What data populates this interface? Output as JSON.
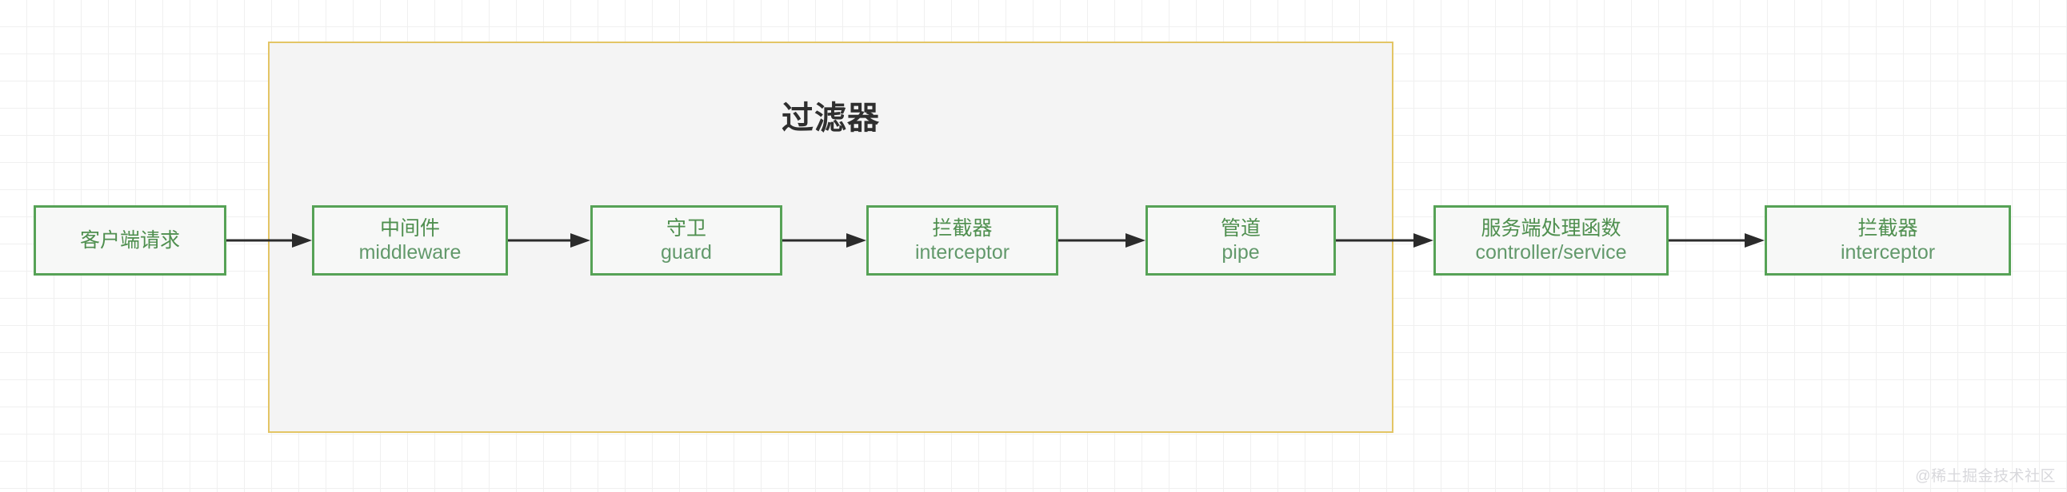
{
  "diagram": {
    "group": {
      "title": "过滤器",
      "border_color": "#e3c565",
      "fill_color": "#f4f4f4"
    },
    "node_border_color": "#56a256",
    "node_fill_color": "#f7f8f7",
    "node_text_color": "#4f8f4f",
    "arrow_color": "#2b2b2b",
    "nodes": [
      {
        "cn": "客户端请求",
        "en": ""
      },
      {
        "cn": "中间件",
        "en": "middleware"
      },
      {
        "cn": "守卫",
        "en": "guard"
      },
      {
        "cn": "拦截器",
        "en": "interceptor"
      },
      {
        "cn": "管道",
        "en": "pipe"
      },
      {
        "cn": "服务端处理函数",
        "en": "controller/service"
      },
      {
        "cn": "拦截器",
        "en": "interceptor"
      }
    ],
    "watermark": "@稀土掘金技术社区"
  }
}
